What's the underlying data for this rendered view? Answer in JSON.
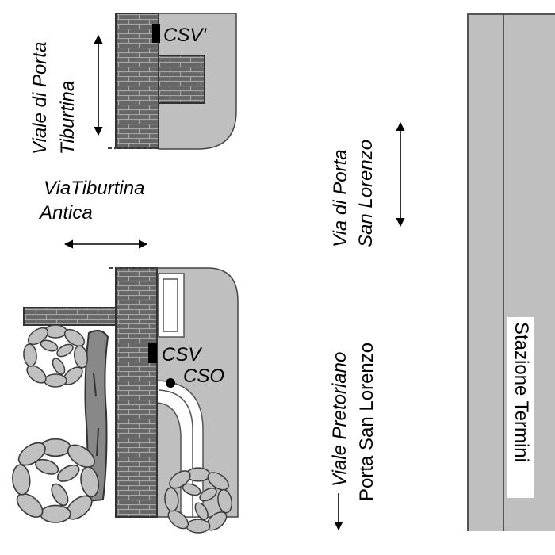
{
  "labels": {
    "viale_porta_tiburtina_1": "Viale di Porta",
    "viale_porta_tiburtina_2": "Tiburtina",
    "via_tiburtina_antica_1": "ViaTiburtina",
    "via_tiburtina_antica_2": "Antica",
    "via_porta_san_lorenzo_1": "Via di Porta",
    "via_porta_san_lorenzo_2": "San Lorenzo",
    "viale_pretoriano": "Viale Pretoriano",
    "porta_san_lorenzo": "Porta San Lorenzo",
    "stazione_termini": "Stazione Termini",
    "csv_prime": "CSV'",
    "csv": "CSV",
    "cso": "CSO"
  },
  "colors": {
    "wall_fill": "#666666",
    "brick_line": "#a6a6a6",
    "ground": "#bfbfbf",
    "rail_bg": "#bfbfbf",
    "rail_line": "#555555",
    "tree_leaf": "#c0c0c0",
    "tree_outline": "#3a3a3a",
    "trunk": "#888888"
  },
  "icons": {
    "arrow": "double-arrow-icon",
    "tree": "tree-icon",
    "sensor": "sensor-marker-icon",
    "point": "point-marker-icon"
  }
}
